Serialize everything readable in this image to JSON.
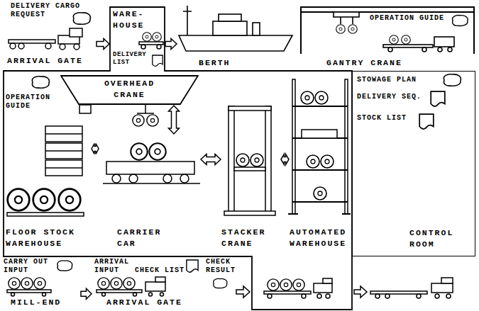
{
  "diagram": {
    "nodes": [
      {
        "text": [
          "ARRIVAL GATE"
        ]
      },
      {
        "text": [
          "WARE- HOUSE",
          "DELIVERY LIST"
        ]
      },
      {
        "text": [
          "BERTH"
        ]
      },
      {
        "text": [
          "GANTRY CRANE"
        ]
      },
      {
        "text": [
          "OVERHEAD CRANE"
        ]
      },
      {
        "text": [
          "FLOOR STOCK WAREHOUSE"
        ]
      },
      {
        "text": [
          "CARRIER CAR"
        ]
      },
      {
        "text": [
          "STACKER CRANE"
        ]
      },
      {
        "text": [
          "AUTOMATED WAREHOUSE"
        ]
      },
      {
        "text": [
          "STOWAGE PLAN",
          "DELIVERY SEQ.",
          "STOCK LIST",
          "CONTROL ROOM"
        ]
      },
      {
        "text": [
          "MILL-END"
        ]
      },
      {
        "text": [
          "ARRIVAL GATE"
        ]
      }
    ],
    "edges": [
      {
        "from": 0,
        "to": 1,
        "arrow": "to"
      },
      {
        "from": 1,
        "to": 2,
        "arrow": "to"
      },
      {
        "from": 4,
        "to": 6,
        "arrow": "both"
      },
      {
        "from": 5,
        "to": 6,
        "arrow": "both"
      },
      {
        "from": 6,
        "to": 7,
        "arrow": "both"
      },
      {
        "from": 7,
        "to": 8,
        "arrow": "both"
      },
      {
        "from": 10,
        "to": 11,
        "arrow": "to"
      }
    ],
    "labels": [
      "DELIVERY CARGO REQUEST",
      "OPERATION GUIDE",
      "OPERATION GUIDE",
      "CARRY OUT INPUT",
      "ARRIVAL INPUT",
      "CHECK LIST",
      "CHECK RESULT"
    ]
  }
}
